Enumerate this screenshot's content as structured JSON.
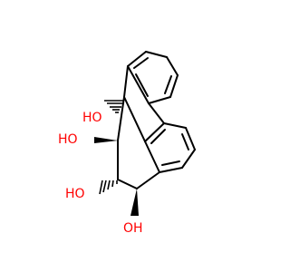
{
  "structure": {
    "atom_color_oxygen": "#ff0000",
    "atom_color_carbon": "#000000",
    "labels": {
      "oh_1": "HO",
      "oh_2": "HO",
      "oh_3": "HO",
      "oh_4": "OH"
    }
  }
}
